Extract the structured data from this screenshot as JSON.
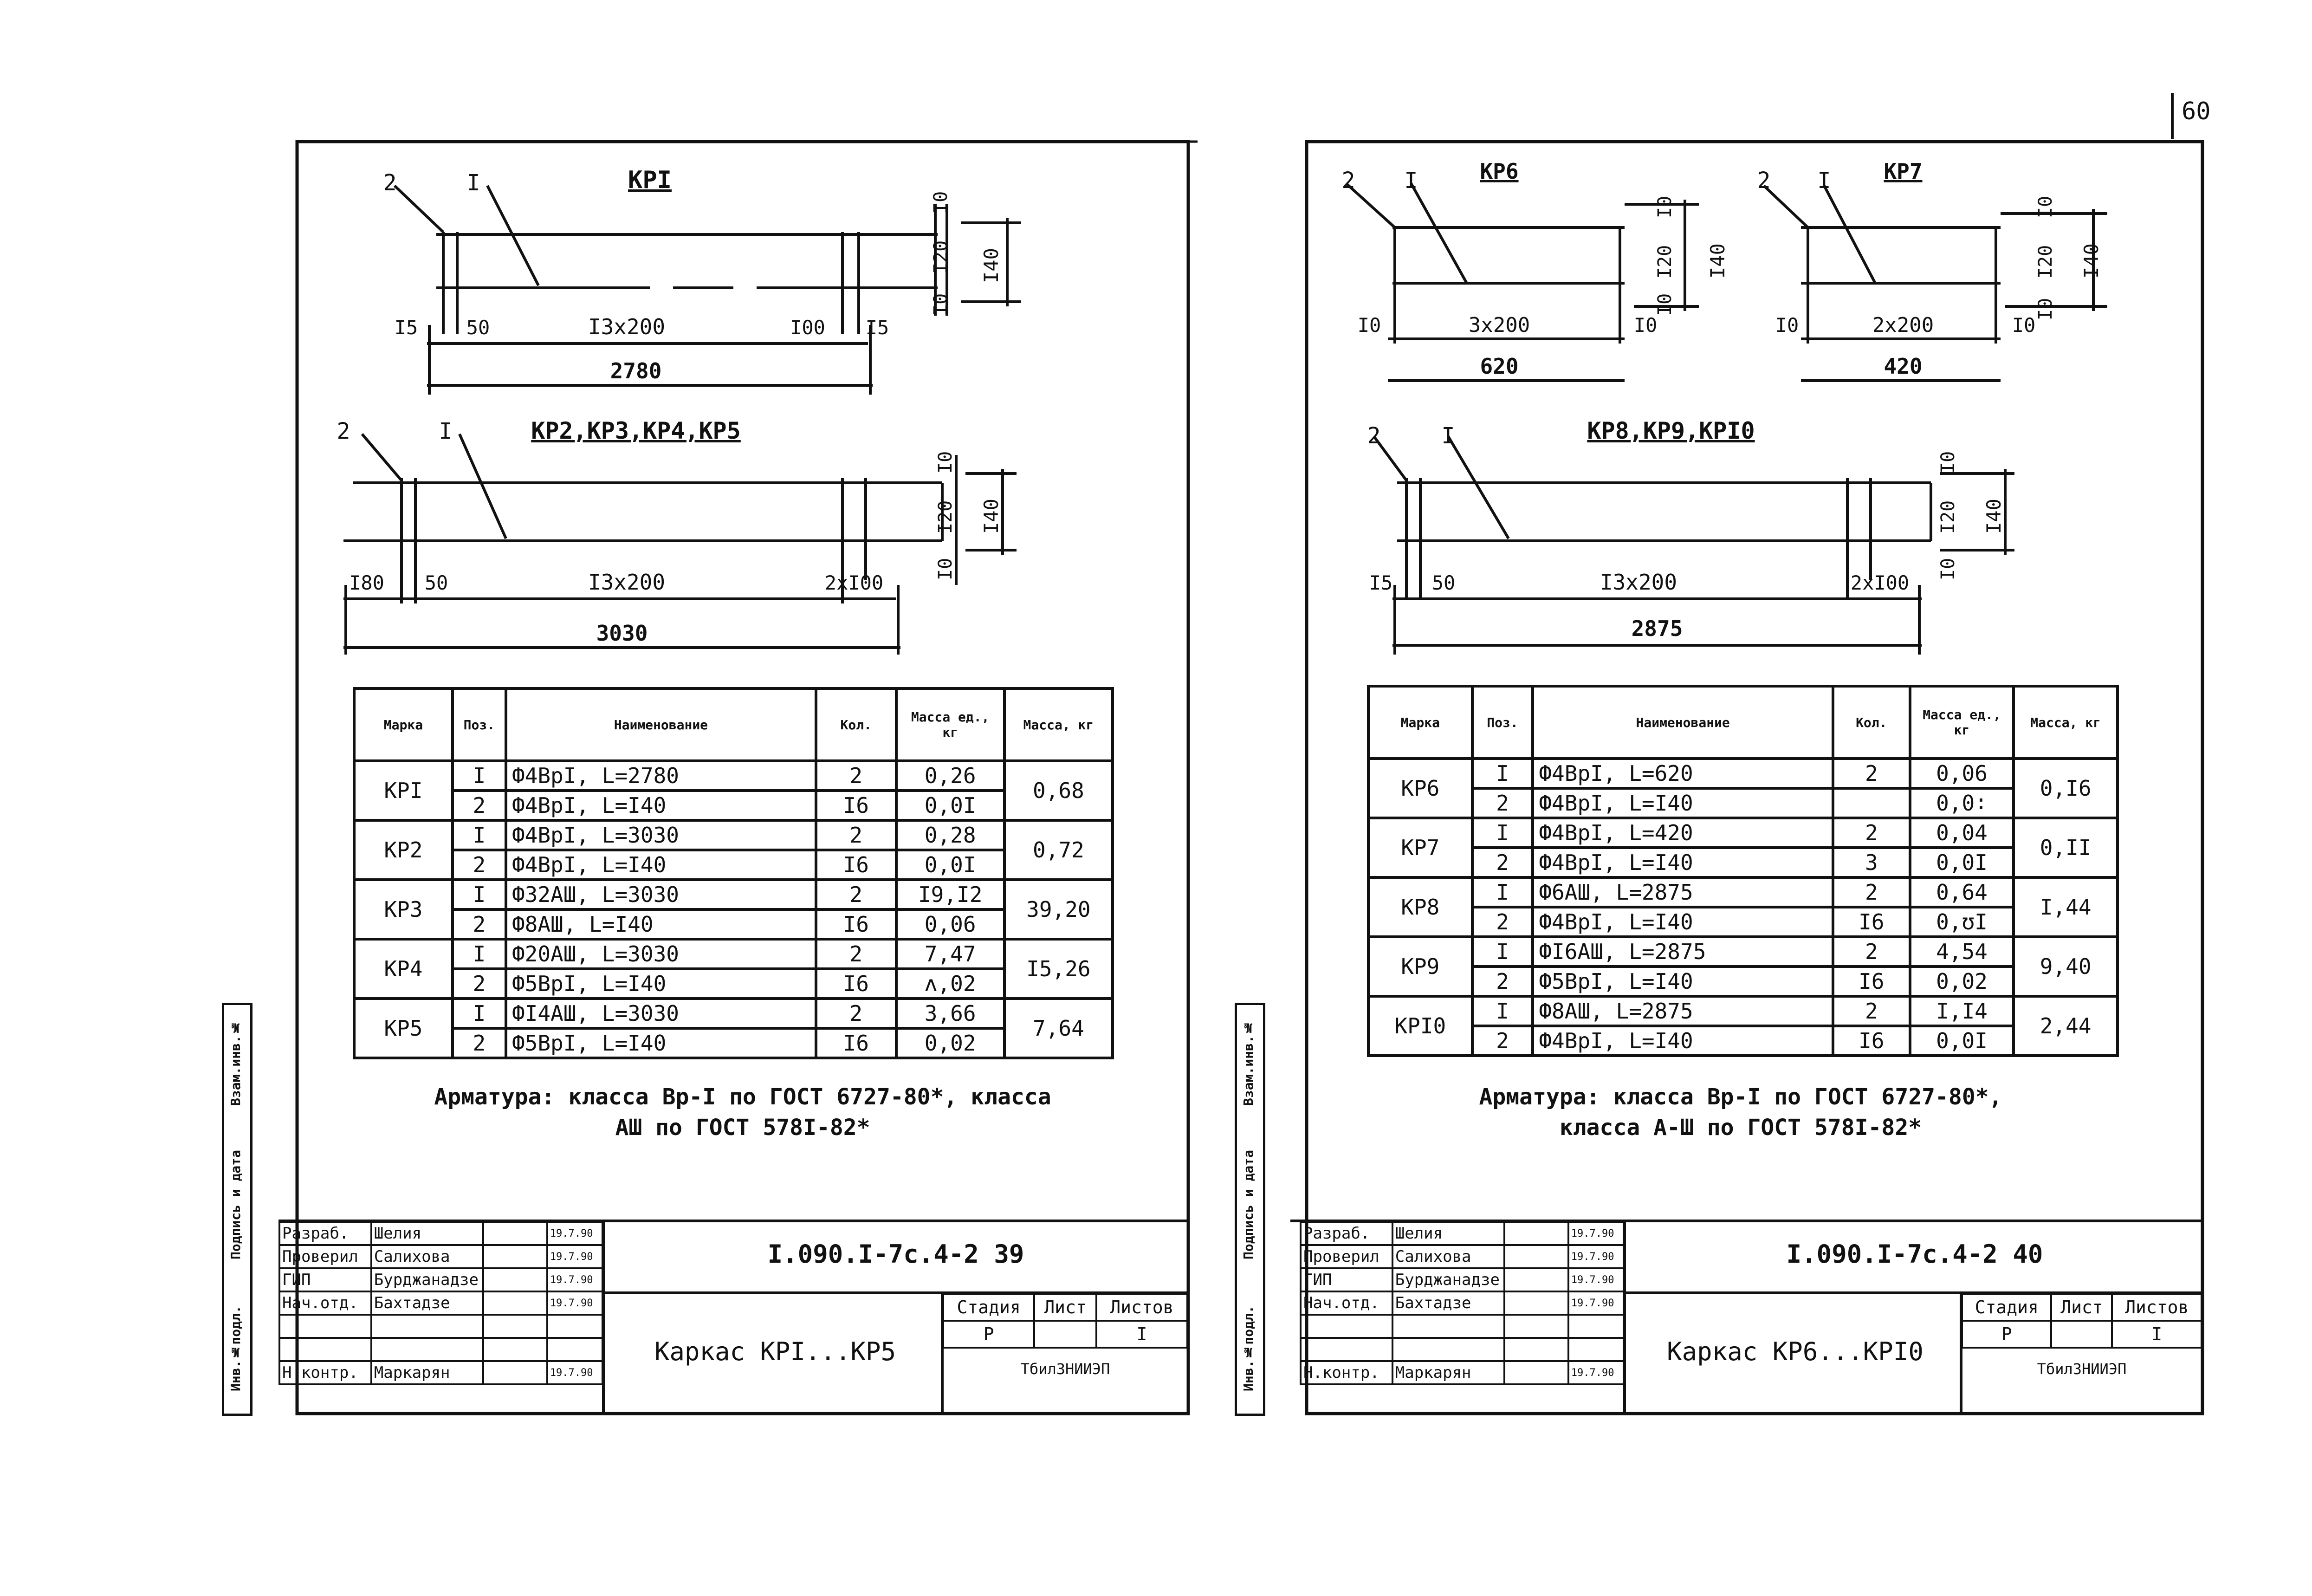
{
  "page_number": "60",
  "left_sheet": {
    "drawings": {
      "kp1": {
        "title": "КРI",
        "pos1": "I",
        "pos2": "2",
        "dims": [
          "I5",
          "50",
          "I3x200",
          "I00",
          "I5"
        ],
        "total": "2780",
        "heights": [
          "I0",
          "I20",
          "I0",
          "I40"
        ]
      },
      "kp2": {
        "title": "КР2,КР3,КР4,КР5",
        "pos1": "I",
        "pos2": "2",
        "dims": [
          "I80",
          "50",
          "I3x200",
          "2xI00"
        ],
        "total": "3030",
        "heights": [
          "I0",
          "I20",
          "I0",
          "I40"
        ]
      }
    },
    "table": {
      "headers": [
        "Марка",
        "Поз.",
        "Наименование",
        "Кол.",
        "Масса ед., кг",
        "Масса, кг"
      ],
      "groups": [
        {
          "mark": "КРI",
          "total": "0,68",
          "rows": [
            {
              "pos": "I",
              "name": "Ф4ВрI, L=2780",
              "qty": "2",
              "unit": "0,26"
            },
            {
              "pos": "2",
              "name": "Ф4ВрI, L=I40",
              "qty": "I6",
              "unit": "0,0I"
            }
          ]
        },
        {
          "mark": "КР2",
          "total": "0,72",
          "rows": [
            {
              "pos": "I",
              "name": "Ф4ВрI, L=3030",
              "qty": "2",
              "unit": "0,28"
            },
            {
              "pos": "2",
              "name": "Ф4ВрI, L=I40",
              "qty": "I6",
              "unit": "0,0I"
            }
          ]
        },
        {
          "mark": "КР3",
          "total": "39,20",
          "rows": [
            {
              "pos": "I",
              "name": "Ф32АШ, L=3030",
              "qty": "2",
              "unit": "I9,I2"
            },
            {
              "pos": "2",
              "name": "Ф8АШ, L=I40",
              "qty": "I6",
              "unit": "0,06"
            }
          ]
        },
        {
          "mark": "КР4",
          "total": "I5,26",
          "rows": [
            {
              "pos": "I",
              "name": "Ф20АШ, L=3030",
              "qty": "2",
              "unit": "7,47"
            },
            {
              "pos": "2",
              "name": "Ф5ВрI, L=I40",
              "qty": "I6",
              "unit": "ʌ,02"
            }
          ]
        },
        {
          "mark": "КР5",
          "total": "7,64",
          "rows": [
            {
              "pos": "I",
              "name": "ФI4АШ, L=3030",
              "qty": "2",
              "unit": "3,66"
            },
            {
              "pos": "2",
              "name": "Ф5ВрI, L=I40",
              "qty": "I6",
              "unit": "0,02"
            }
          ]
        }
      ]
    },
    "note_line1": "Арматура: класса Вр-I по ГОСТ 6727-80*, класса",
    "note_line2": "АШ по ГОСТ 578I-82*",
    "stamp": {
      "code": "I.090.I-7c.4-2 39",
      "sheet_name": "Каркас КРI...КР5",
      "org": "ТбилЗНИИЭП",
      "stage_label": "Стадия",
      "sheet_label": "Лист",
      "sheets_label": "Листов",
      "stage": "Р",
      "sheets": "I",
      "people": [
        {
          "role": "Разраб.",
          "name": "Шелия",
          "date": "19.7.90"
        },
        {
          "role": "Проверил",
          "name": "Салихова",
          "date": "19.7.90"
        },
        {
          "role": "ГИП",
          "name": "Бурджанадзе",
          "date": "19.7.90"
        },
        {
          "role": "Нач.отд.",
          "name": "Бахтадзе",
          "date": "19.7.90"
        },
        {
          "role": "",
          "name": "",
          "date": ""
        },
        {
          "role": "",
          "name": "",
          "date": ""
        },
        {
          "role": "Н.контр.",
          "name": "Маркарян",
          "date": "19.7.90"
        }
      ]
    },
    "sidebar": [
      "Взам.инв.№",
      "Подпись и дата",
      "Инв.№подл."
    ]
  },
  "right_sheet": {
    "drawings": {
      "kp6": {
        "title": "КР6",
        "pos1": "I",
        "pos2": "2",
        "dims": [
          "I0",
          "3x200",
          "I0"
        ],
        "total": "620",
        "heights": [
          "I0",
          "I20",
          "I0",
          "I40"
        ]
      },
      "kp7": {
        "title": "КР7",
        "pos1": "I",
        "pos2": "2",
        "dims": [
          "I0",
          "2x200",
          "I0"
        ],
        "total": "420",
        "heights": [
          "I0",
          "I20",
          "I0",
          "I40"
        ]
      },
      "kp8": {
        "title": "КР8,КР9,КРI0",
        "pos1": "I",
        "pos2": "2",
        "dims": [
          "I5",
          "50",
          "I3x200",
          "2xI00"
        ],
        "total": "2875",
        "heights": [
          "I0",
          "I20",
          "I0",
          "I40"
        ]
      }
    },
    "table": {
      "headers": [
        "Марка",
        "Поз.",
        "Наименование",
        "Кол.",
        "Масса ед., кг",
        "Масса, кг"
      ],
      "groups": [
        {
          "mark": "КР6",
          "total": "0,I6",
          "rows": [
            {
              "pos": "I",
              "name": "Ф4ВрI,  L=620",
              "qty": "2",
              "unit": "0,06"
            },
            {
              "pos": "2",
              "name": "Ф4ВрI,  L=I40",
              "qty": "",
              "unit": "0,0∶"
            }
          ]
        },
        {
          "mark": "КР7",
          "total": "0,II",
          "rows": [
            {
              "pos": "I",
              "name": "Ф4ВрI,  L=420",
              "qty": "2",
              "unit": "0,04"
            },
            {
              "pos": "2",
              "name": "Ф4ВрI,  L=I40",
              "qty": "3",
              "unit": "0,0I"
            }
          ]
        },
        {
          "mark": "КР8",
          "total": "I,44",
          "rows": [
            {
              "pos": "I",
              "name": "Ф6АШ,   L=2875",
              "qty": "2",
              "unit": "0,64"
            },
            {
              "pos": "2",
              "name": "Ф4ВрI,  L=I40",
              "qty": "I6",
              "unit": "0,ʊI"
            }
          ]
        },
        {
          "mark": "КР9",
          "total": "9,40",
          "rows": [
            {
              "pos": "I",
              "name": "ФI6АШ,  L=2875",
              "qty": "2",
              "unit": "4,54"
            },
            {
              "pos": "2",
              "name": "Ф5ВрI,  L=I40",
              "qty": "I6",
              "unit": "0,02"
            }
          ]
        },
        {
          "mark": "КРI0",
          "total": "2,44",
          "rows": [
            {
              "pos": "I",
              "name": "Ф8АШ,   L=2875",
              "qty": "2",
              "unit": "I,I4"
            },
            {
              "pos": "2",
              "name": "Ф4ВрI,  L=I40",
              "qty": "I6",
              "unit": "0,0I"
            }
          ]
        }
      ]
    },
    "note_line1": "Арматура: класса Вр-I по ГОСТ 6727-80*,",
    "note_line2": "класса А-Ш по ГОСТ 578I-82*",
    "stamp": {
      "code": "I.090.I-7c.4-2 40",
      "sheet_name": "Каркас КР6...КРI0",
      "org": "ТбилЗНИИЭП",
      "stage_label": "Стадия",
      "sheet_label": "Лист",
      "sheets_label": "Листов",
      "stage": "Р",
      "sheets": "I",
      "people": [
        {
          "role": "Разраб.",
          "name": "Шелия",
          "date": "19.7.90"
        },
        {
          "role": "Проверил",
          "name": "Салихова",
          "date": "19.7.90"
        },
        {
          "role": "ГИП",
          "name": "Бурджанадзе",
          "date": "19.7.90"
        },
        {
          "role": "Нач.отд.",
          "name": "Бахтадзе",
          "date": "19.7.90"
        },
        {
          "role": "",
          "name": "",
          "date": ""
        },
        {
          "role": "",
          "name": "",
          "date": ""
        },
        {
          "role": "Н.контр.",
          "name": "Маркарян",
          "date": "19.7.90"
        }
      ]
    },
    "sidebar": [
      "Взам.инв.№",
      "Подпись и дата",
      "Инв.№подл."
    ]
  }
}
